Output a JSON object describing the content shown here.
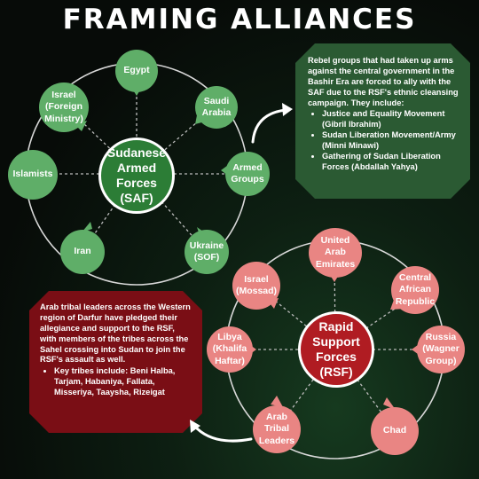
{
  "title": "FRAMING ALLIANCES",
  "colors": {
    "saf_hub": "#2c7d36",
    "saf_nodes": "#5fae68",
    "saf_callout": "#2b5a33",
    "rsf_hub": "#b01c22",
    "rsf_nodes": "#e98583",
    "rsf_callout": "#7a0e15"
  },
  "saf": {
    "hub": "Sudanese\nArmed\nForces\n(SAF)",
    "nodes": [
      {
        "id": "egypt",
        "label": "Egypt"
      },
      {
        "id": "saudi-arabia",
        "label": "Saudi\nArabia"
      },
      {
        "id": "armed-groups",
        "label": "Armed\nGroups"
      },
      {
        "id": "ukraine",
        "label": "Ukraine\n(SOF)"
      },
      {
        "id": "iran",
        "label": "Iran"
      },
      {
        "id": "islamists",
        "label": "Islamists"
      },
      {
        "id": "israel-foreign-ministry",
        "label": "Israel\n(Foreign\nMinistry)"
      }
    ],
    "callout": {
      "text": "Rebel groups that had taken up arms against the central government in the Bashir Era are forced to ally with the SAF due to the RSF's ethnic cleansing campaign. They include:",
      "bullets": [
        "Justice and Equality Movement (Gibril Ibrahim)",
        "Sudan Liberation Movement/Army (Minni Minawi)",
        "Gathering of Sudan Liberation Forces (Abdallah Yahya)"
      ]
    }
  },
  "rsf": {
    "hub": "Rapid\nSupport\nForces\n(RSF)",
    "nodes": [
      {
        "id": "uae",
        "label": "United Arab\nEmirates"
      },
      {
        "id": "car",
        "label": "Central\nAfrican\nRepublic"
      },
      {
        "id": "russia",
        "label": "Russia\n(Wagner\nGroup)"
      },
      {
        "id": "chad",
        "label": "Chad"
      },
      {
        "id": "arab-tribal-leaders",
        "label": "Arab\nTribal\nLeaders"
      },
      {
        "id": "libya",
        "label": "Libya\n(Khalifa\nHaftar)"
      },
      {
        "id": "israel-mossad",
        "label": "Israel\n(Mossad)"
      }
    ],
    "callout": {
      "text": "Arab tribal leaders across the Western region of Darfur have pledged their allegiance and support to the RSF, with members of the tribes across the Sahel crossing into Sudan to join the RSF's assault as well.",
      "bullets": [
        "Key tribes include: Beni Halba, Tarjam, Habaniya, Fallata, Misseriya, Taaysha, Rizeigat"
      ]
    }
  }
}
